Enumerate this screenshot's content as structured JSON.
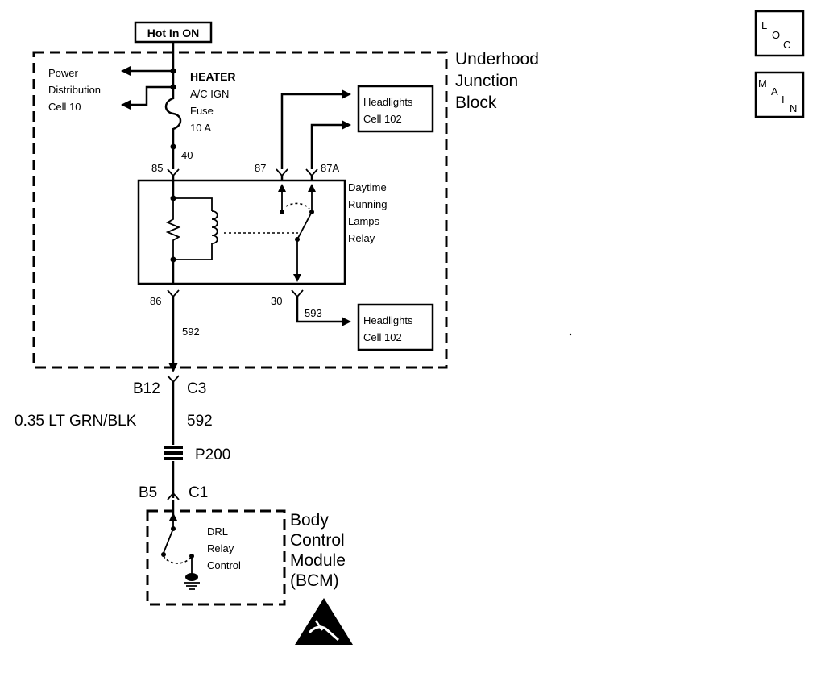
{
  "labels": {
    "hot_in_on": "Hot In ON",
    "underhood": [
      "Underhood",
      "Junction",
      "Block"
    ],
    "power_dist": [
      "Power",
      "Distribution",
      "Cell 10"
    ],
    "fuse": [
      "HEATER",
      "A/C IGN",
      "Fuse",
      "10 A"
    ],
    "fuse_pin": "40",
    "pin_85": "85",
    "pin_87": "87",
    "pin_87a": "87A",
    "pin_86": "86",
    "pin_30": "30",
    "relay": [
      "Daytime",
      "Running",
      "Lamps",
      "Relay"
    ],
    "headlights_top": [
      "Headlights",
      "Cell 102"
    ],
    "headlights_bottom": [
      "Headlights",
      "Cell 102"
    ],
    "circuit_592_inner": "592",
    "circuit_593": "593",
    "c3_pin": "B12",
    "c3_conn": "C3",
    "wire_color": "0.35 LT GRN/BLK",
    "wire_circuit": "592",
    "splice": "P200",
    "c1_pin": "B5",
    "c1_conn": "C1",
    "bcm": [
      "Body",
      "Control",
      "Module",
      "(BCM)"
    ],
    "drl": [
      "DRL",
      "Relay",
      "Control"
    ],
    "loc_letters": [
      "L",
      "O",
      "C"
    ],
    "main_letters": [
      "M",
      "A",
      "I",
      "N"
    ]
  }
}
